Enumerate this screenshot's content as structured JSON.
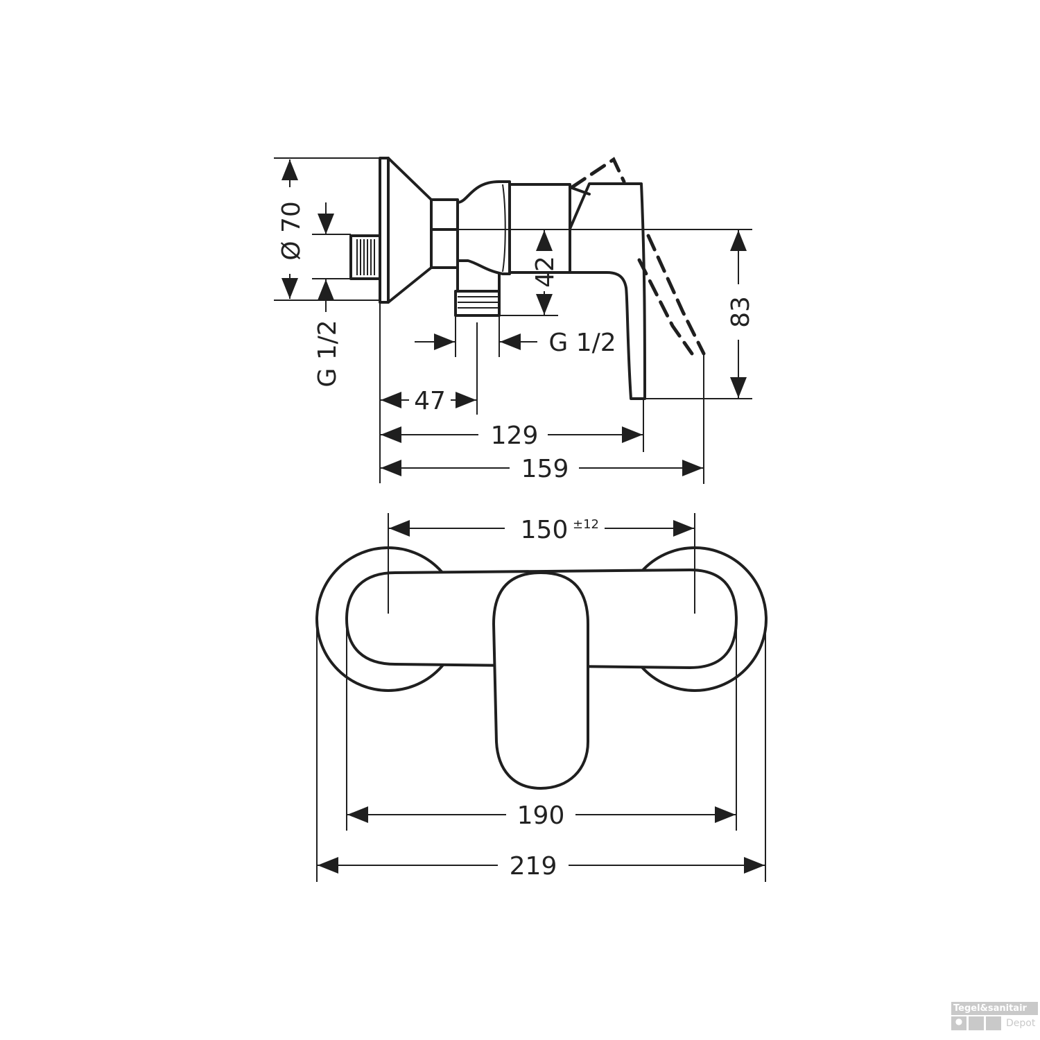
{
  "side_view": {
    "diameter": "Ø 70",
    "inlet_thread": "G 1/2",
    "outlet_thread": "G 1/2",
    "outlet_height": "42",
    "lever_height": "83",
    "outlet_offset": "47",
    "depth_lever": "129",
    "depth_total": "159"
  },
  "front_view": {
    "centre_distance": "150",
    "centre_tolerance": "±12",
    "body_width": "190",
    "total_width": "219"
  },
  "watermark": {
    "line1": "Tegel&sanitair",
    "line2": "Depot"
  }
}
